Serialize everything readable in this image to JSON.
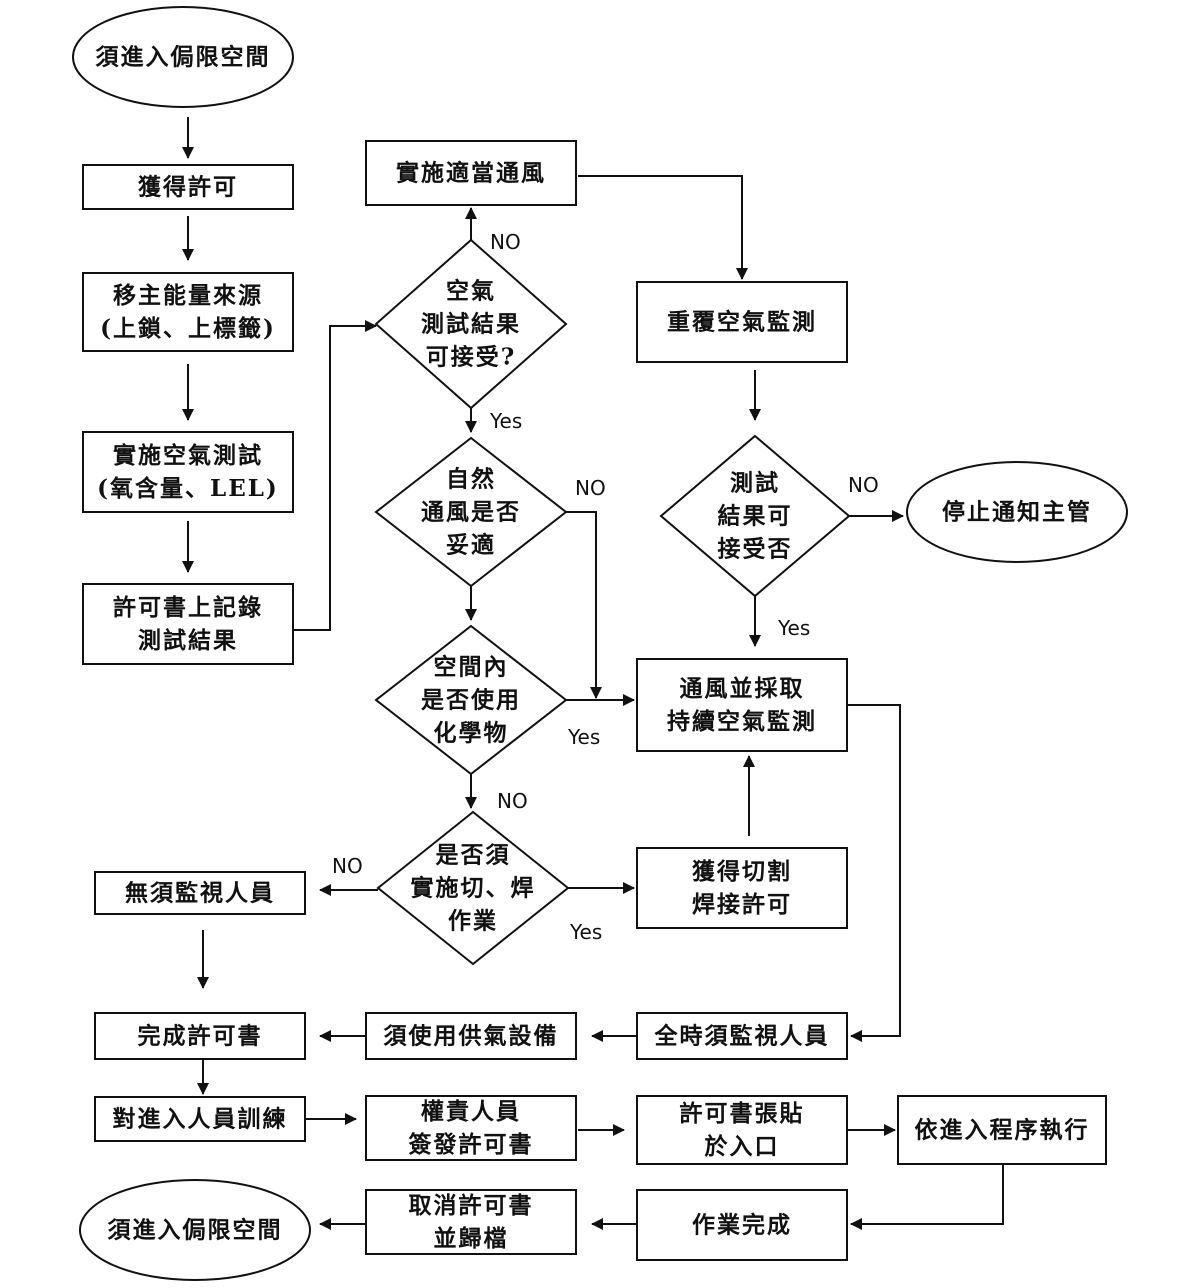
{
  "nodes": {
    "start": {
      "shape": "ellipse",
      "lines": [
        "須進入侷限空間"
      ]
    },
    "get_permit": {
      "shape": "rect",
      "lines": [
        "獲得許可"
      ]
    },
    "remove_energy": {
      "shape": "rect",
      "lines": [
        "移主能量來源",
        "(上鎖、上標籤)"
      ]
    },
    "air_test": {
      "shape": "rect",
      "lines": [
        "實施空氣測試",
        "(氧含量、LEL)"
      ]
    },
    "record_results": {
      "shape": "rect",
      "lines": [
        "許可書上記錄",
        "測試結果"
      ]
    },
    "proper_ventilation": {
      "shape": "rect",
      "lines": [
        "實施適當通風"
      ]
    },
    "air_ok": {
      "shape": "diamond",
      "lines": [
        "空氣",
        "測試結果",
        "可接受?"
      ]
    },
    "natural_vent": {
      "shape": "diamond",
      "lines": [
        "自然",
        "通風是否",
        "妥適"
      ]
    },
    "chemicals": {
      "shape": "diamond",
      "lines": [
        "空間內",
        "是否使用",
        "化學物"
      ]
    },
    "hot_work": {
      "shape": "diamond",
      "lines": [
        "是否須",
        "實施切、焊",
        "作業"
      ]
    },
    "repeat_monitor": {
      "shape": "rect",
      "lines": [
        "重覆空氣監測"
      ]
    },
    "result_ok": {
      "shape": "diamond",
      "lines": [
        "測試",
        "結果可",
        "接受否"
      ]
    },
    "stop_notify": {
      "shape": "ellipse",
      "lines": [
        "停止通知主管"
      ]
    },
    "vent_continuous": {
      "shape": "rect",
      "lines": [
        "通風並採取",
        "持續空氣監測"
      ]
    },
    "no_attendant": {
      "shape": "rect",
      "lines": [
        "無須監視人員"
      ]
    },
    "hot_work_permit": {
      "shape": "rect",
      "lines": [
        "獲得切割",
        "焊接許可"
      ]
    },
    "complete_permit": {
      "shape": "rect",
      "lines": [
        "完成許可書"
      ]
    },
    "air_supply": {
      "shape": "rect",
      "lines": [
        "須使用供氣設備"
      ]
    },
    "full_attendant": {
      "shape": "rect",
      "lines": [
        "全時須監視人員"
      ]
    },
    "train": {
      "shape": "rect",
      "lines": [
        "對進入人員訓練"
      ]
    },
    "authority_sign": {
      "shape": "rect",
      "lines": [
        "權責人員",
        "簽發許可書"
      ]
    },
    "post_permit": {
      "shape": "rect",
      "lines": [
        "許可書張貼",
        "於入口"
      ]
    },
    "follow_procedure": {
      "shape": "rect",
      "lines": [
        "依進入程序執行"
      ]
    },
    "cancel_permit": {
      "shape": "rect",
      "lines": [
        "取消許可書",
        "並歸檔"
      ]
    },
    "work_done": {
      "shape": "rect",
      "lines": [
        "作業完成"
      ]
    },
    "end": {
      "shape": "ellipse",
      "lines": [
        "須進入侷限空間"
      ]
    }
  },
  "edge_labels": {
    "air_ok_no": "NO",
    "air_ok_yes": "Yes",
    "natural_vent_no": "NO",
    "chemicals_yes": "Yes",
    "chemicals_no": "NO",
    "hot_work_no": "NO",
    "hot_work_yes": "Yes",
    "result_ok_no": "NO",
    "result_ok_yes": "Yes"
  }
}
